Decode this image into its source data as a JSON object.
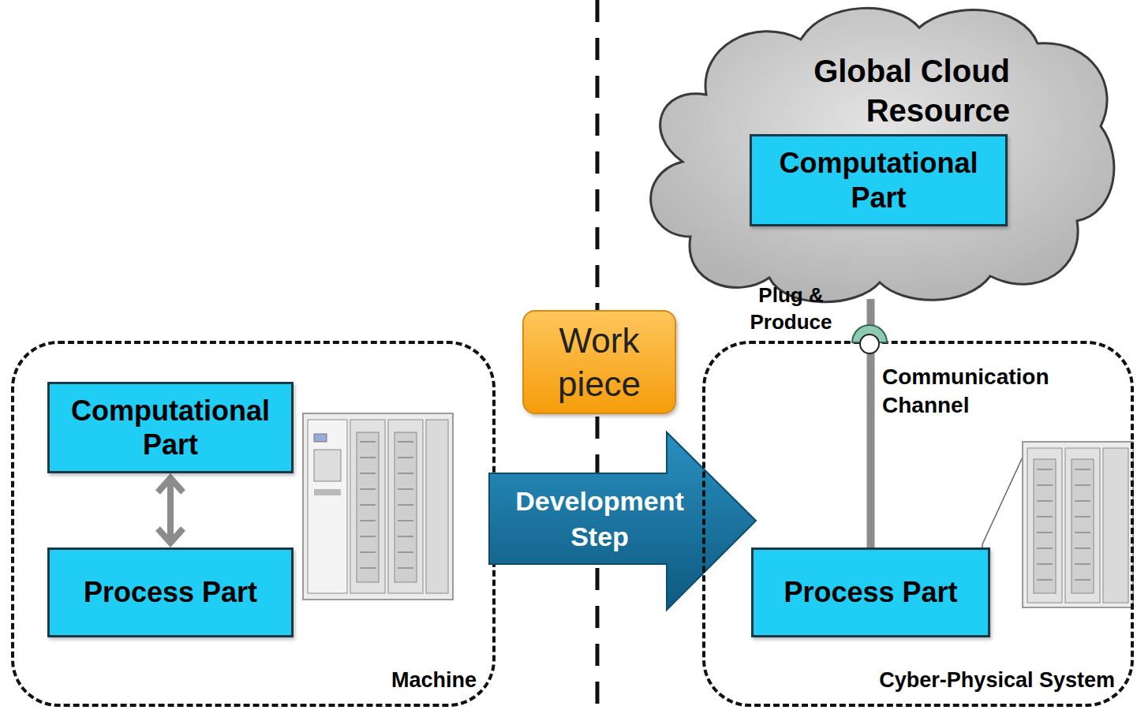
{
  "diagram": {
    "nodes": [
      {
        "text": [
          "Machine"
        ]
      },
      {
        "text": [
          "Computational Part"
        ],
        "in": 0
      },
      {
        "text": [
          "Process Part"
        ],
        "in": 0
      },
      {
        "text": [
          "Work piece"
        ]
      },
      {
        "text": [
          "Development Step"
        ]
      },
      {
        "text": [
          "Global Cloud Resource"
        ]
      },
      {
        "text": [
          "Computational Part"
        ],
        "in": 5
      },
      {
        "text": [
          "Cyber-Physical System"
        ]
      },
      {
        "text": [
          "Process Part"
        ],
        "in": 7
      }
    ],
    "edges": [
      {
        "from": 1,
        "to": 2,
        "arrow": "both"
      },
      {
        "from": 8,
        "to": 5,
        "arrow": "none",
        "label": "Communication Channel"
      }
    ],
    "labels": [
      "Plug & Produce"
    ]
  }
}
